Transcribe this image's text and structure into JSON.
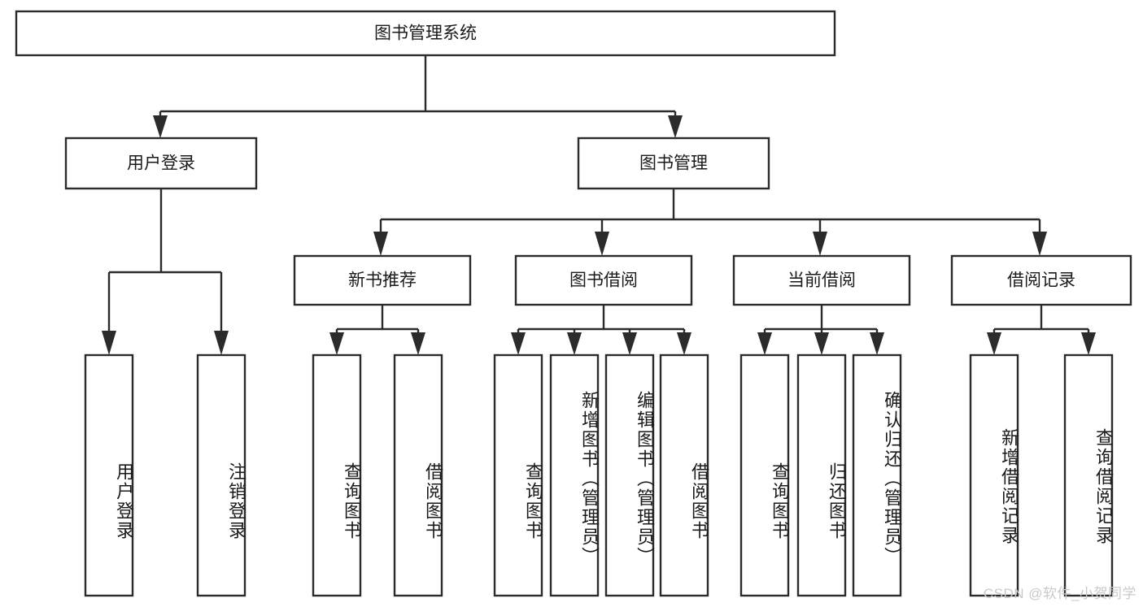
{
  "diagram": {
    "type": "tree-hierarchy",
    "title": "图书管理系统",
    "watermark": "CSDN @软件_小贺同学",
    "colors": {
      "box_stroke": "#2b2b2b",
      "box_fill": "#ffffff",
      "text": "#1a1a1a",
      "watermark": "#c9c9c9",
      "background": "#ffffff"
    },
    "root": {
      "label": "图书管理系统"
    },
    "level2": [
      {
        "label": "用户登录"
      },
      {
        "label": "图书管理"
      }
    ],
    "level3": [
      {
        "label": "新书推荐"
      },
      {
        "label": "图书借阅"
      },
      {
        "label": "当前借阅"
      },
      {
        "label": "借阅记录"
      }
    ],
    "leaves": {
      "user_login": [
        {
          "label": "用户登录"
        },
        {
          "label": "注销登录"
        }
      ],
      "new_book_recommend": [
        {
          "label": "查询图书"
        },
        {
          "label": "借阅图书"
        }
      ],
      "book_borrow": [
        {
          "label": "查询图书"
        },
        {
          "label": "新增图书（管理员）"
        },
        {
          "label": "编辑图书（管理员）"
        },
        {
          "label": "借阅图书"
        }
      ],
      "current_borrow": [
        {
          "label": "查询图书"
        },
        {
          "label": "归还图书"
        },
        {
          "label": "确认归还（管理员）"
        }
      ],
      "borrow_record": [
        {
          "label": "新增借阅记录"
        },
        {
          "label": "查询借阅记录"
        }
      ]
    }
  }
}
